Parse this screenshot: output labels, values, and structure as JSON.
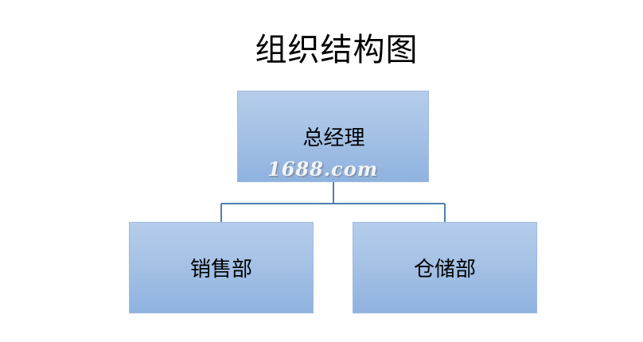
{
  "diagram": {
    "title": "组织结构图",
    "root": {
      "label": "总经理"
    },
    "children": [
      {
        "label": "销售部"
      },
      {
        "label": "仓储部"
      }
    ],
    "watermark": "1688.com",
    "colors": {
      "box_fill_top": "#b5cdeb",
      "box_fill_bottom": "#8fb2df",
      "connector": "#4f7fae"
    }
  }
}
